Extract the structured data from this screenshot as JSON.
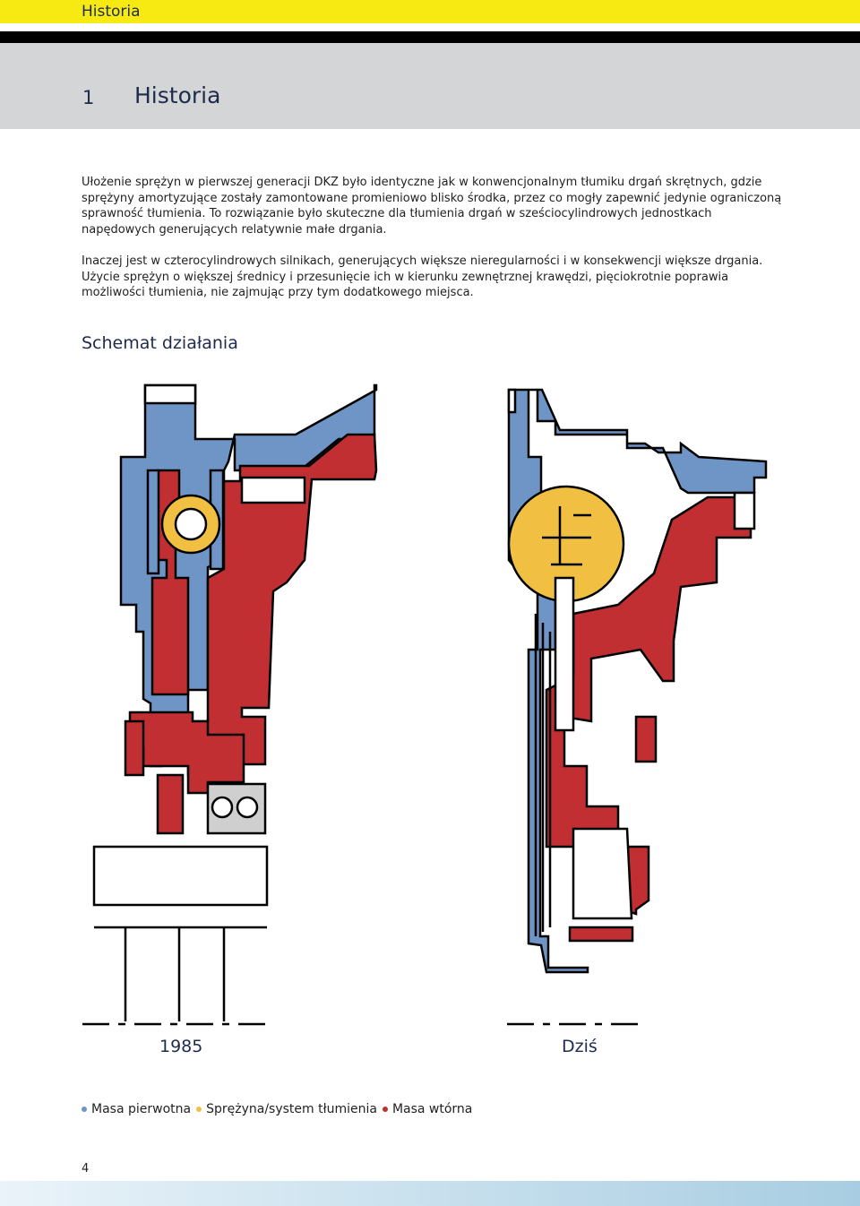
{
  "header": {
    "section_label": "Historia"
  },
  "title_band": {
    "number": "1",
    "title": "Historia"
  },
  "paragraphs": [
    "Ułożenie sprężyn w pierwszej generacji DKZ było identyczne jak w konwencjonalnym tłumiku drgań skrętnych, gdzie sprężyny amortyzujące zostały zamontowane promieniowo blisko środka, przez co mogły zapewnić jedynie ograniczoną sprawność tłumienia. To rozwiązanie było skuteczne dla tłumienia drgań w sześciocylindrowych jednostkach napędowych generujących relatywnie małe drgania.",
    "Inaczej jest w czterocylindrowych silnikach, generujących większe nieregularności i w konsekwencji większe drgania. Użycie sprężyn o większej średnicy i przesunięcie ich w kierunku zewnętrznej krawędzi, pięciokrotnie poprawia możliwości tłumienia, nie zajmując przy tym dodatkowego miejsca."
  ],
  "subheading": "Schemat działania",
  "captions": {
    "left": "1985",
    "right": "Dziś"
  },
  "legend": [
    {
      "label": "Masa pierwotna",
      "color": "#6e95c6"
    },
    {
      "label": "Sprężyna/system tłumienia",
      "color": "#f1c043"
    },
    {
      "label": "Masa wtórna",
      "color": "#c12f32"
    }
  ],
  "page_number": "4",
  "colors": {
    "primary_mass": "#6e95c6",
    "spring": "#f1c043",
    "secondary_mass": "#c12f32",
    "header_yellow": "#f7ea12",
    "title_band_gray": "#d4d5d7",
    "heading_navy": "#1e2b4c"
  }
}
